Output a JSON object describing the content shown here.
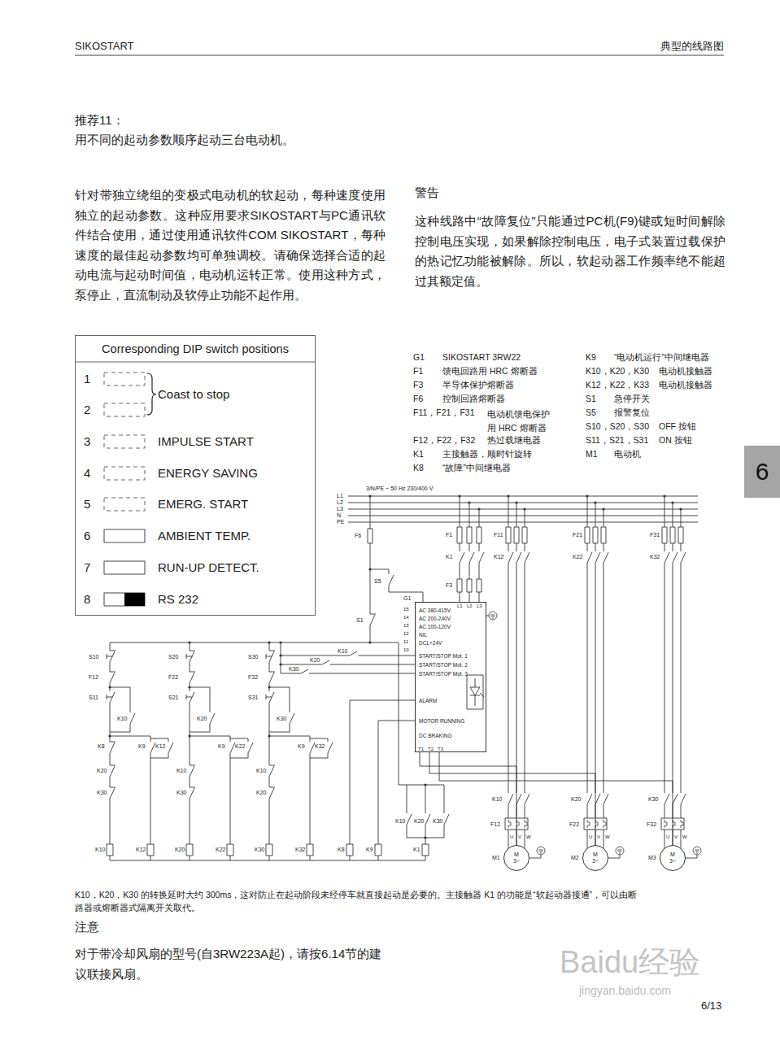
{
  "diagram": {
    "nodes": [
      {
        "text": [
          "Corresponding DIP switch positions"
        ]
      },
      {
        "text": [
          "6"
        ]
      },
      {
        "text": [
          "G1",
          "AC 380-415V",
          "AC 200-240V",
          "AC 100-120V",
          "NIL",
          "DCL+24V",
          "START/STOP Mot. 1",
          "START/STOP Mot. 2",
          "START/STOP Mot. 3",
          "ALARM",
          "MOTOR RUNNING",
          "DC BRAKING",
          "T1",
          "T2",
          "T3"
        ]
      },
      {
        "text": [
          "M 3~"
        ]
      },
      {
        "text": [
          "M 3~"
        ]
      },
      {
        "text": [
          "M 3~"
        ]
      }
    ],
    "edges": [
      {
        "from": 2,
        "to": 3,
        "arrow": "none"
      },
      {
        "from": 2,
        "to": 4,
        "arrow": "none"
      },
      {
        "from": 2,
        "to": 5,
        "arrow": "none"
      }
    ],
    "labels": [
      "SIKOSTART",
      "典型的线路图",
      "推荐11：",
      "用不同的起动参数顺序起动三台电动机。",
      "针对带独立绕组的变极式电动机的软起动，每种速度使用独立的起动参数。这种应用要求SIKOSTART与PC通讯软件结合使用，通过使用通讯软件COM SIKOSTART，每种速度的最佳起动参数均可单独调校。请确保选择合适的起动电流与起动时间值，电动机运转正常。使用这种方式，泵停止，直流制动及软停止功能不起作用。",
      "警告",
      "这种线路中“故障复位”只能通过PC机(F9)键或短时间解除控制电压实现，如果解除控制电压，电子式装置过载保护的热记忆功能被解除。所以，软起动器工作频率绝不能超过其额定值。",
      "1",
      "2",
      "3",
      "4",
      "5",
      "6",
      "7",
      "8",
      "Coast to stop",
      "IMPULSE START",
      "ENERGY SAVING",
      "EMERG. START",
      "AMBIENT TEMP.",
      "RUN-UP DETECT.",
      "RS 232",
      "G1",
      "SIKOSTART 3RW22",
      "F1",
      "馈电回路用 HRC 熔断器",
      "F3",
      "半导体保护熔断器",
      "F6",
      "控制回路熔断器",
      "F11，F21，F31",
      "电动机馈电保护用 HRC 熔断器",
      "F12，F22，F32",
      "热过载继电器",
      "K1",
      "主接触器，顺时针旋转",
      "K8",
      "“故障”中间继电器",
      "K9",
      "“电动机运行”中间继电器",
      "K10，K20，K30",
      "电动机接触器",
      "K12，K22，K33",
      "电动机接触器",
      "S1",
      "急停开关",
      "S5",
      "报警复位",
      "S10，S20，S30",
      "OFF 按钮",
      "S11，S21，S31",
      "ON 按钮",
      "M1",
      "电动机",
      "3/N/PE ~ 50 Hz 230/400 V",
      "L1",
      "L2",
      "L3",
      "N",
      "PE",
      "F6",
      "S5",
      "S1",
      "F1",
      "K1",
      "F3",
      "F11",
      "F21",
      "F31",
      "K12",
      "K22",
      "K32",
      "L1",
      "L2",
      "L3",
      "15",
      "14",
      "13",
      "12",
      "11",
      "10",
      "S10",
      "S20",
      "S30",
      "F12",
      "F22",
      "F32",
      "S11",
      "S21",
      "S31",
      "K10",
      "K20",
      "K30",
      "K8",
      "K9",
      "K12",
      "K9",
      "K22",
      "K9",
      "K32",
      "K20",
      "K30",
      "K10",
      "K30",
      "K10",
      "K20",
      "K30",
      "K20",
      "K10",
      "K10",
      "K12",
      "K20",
      "K22",
      "K30",
      "K32",
      "K8",
      "K9",
      "K1",
      "K10",
      "K20",
      "K30",
      "K10",
      "K20",
      "K30",
      "F12",
      "F22",
      "F32",
      "M1",
      "M2",
      "M3",
      "U",
      "V",
      "W",
      "U",
      "V",
      "W",
      "U",
      "V",
      "W",
      "K10，K20，K30 的转换延时大约 300ms，这对防止在起动阶段未经停车就直接起动是必要的。主接触器 K1 的功能是“软起动器接通”，可以由断路器或熔断器式隔离开关取代。",
      "注意",
      "对于带冷却风扇的型号(自3RW223A起)，请按6.14节的建议联接风扇。",
      "6/13",
      "Baidu经验",
      "jingyan.baidu.com"
    ]
  }
}
